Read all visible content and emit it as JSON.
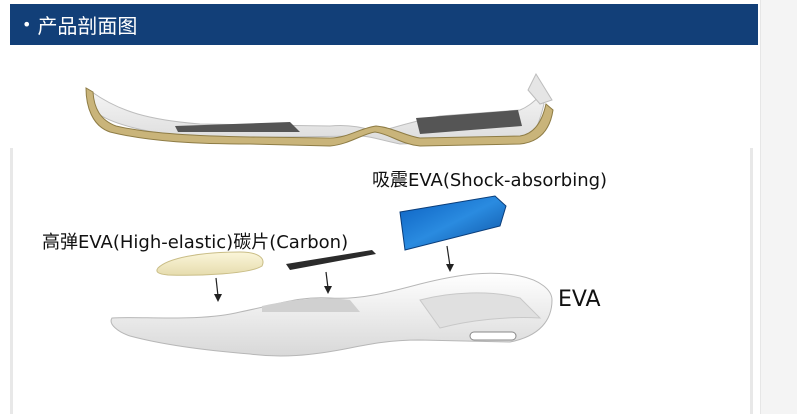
{
  "header": {
    "bullet": "•",
    "title": "产品剖面图"
  },
  "labels": {
    "shock_absorbing": "吸震EVA(Shock-absorbing)",
    "high_elastic_carbon": "高弹EVA(High-elastic)碳片(Carbon)",
    "eva": "EVA"
  },
  "colors": {
    "header_bg": "#123f78",
    "outsole": "#c9b47a",
    "shock_eva": "#1f7fd6"
  }
}
